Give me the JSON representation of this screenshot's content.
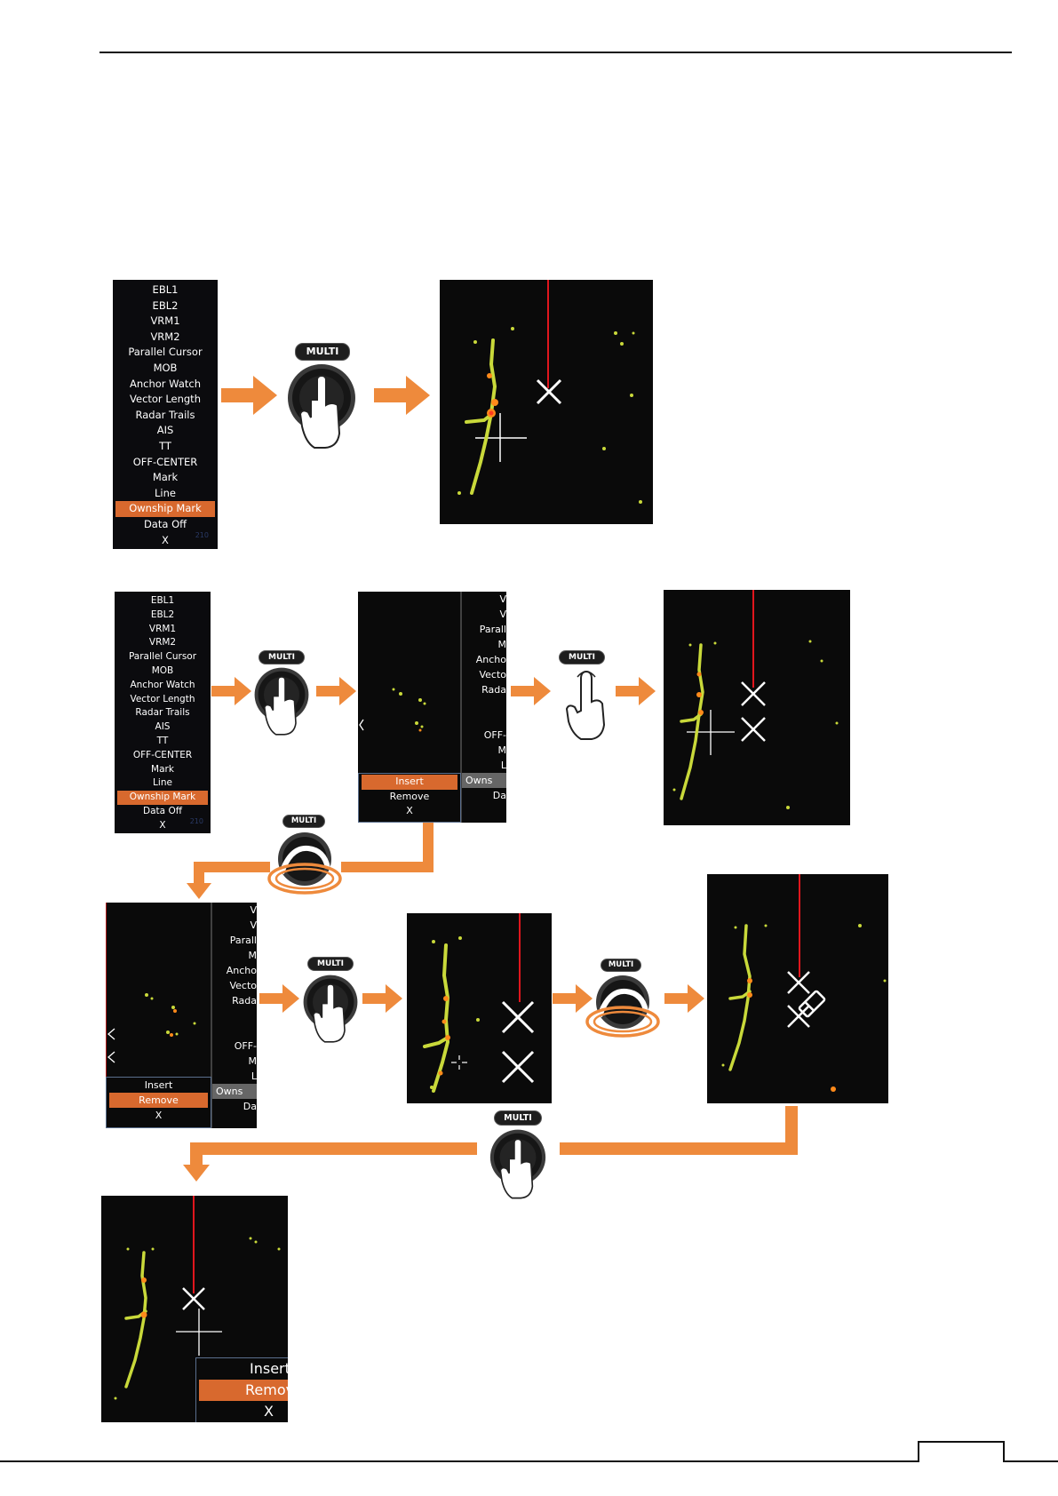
{
  "knob_label": "MULTI",
  "menu_items": [
    "EBL1",
    "EBL2",
    "VRM1",
    "VRM2",
    "Parallel Cursor",
    "MOB",
    "Anchor Watch",
    "Vector Length",
    "Radar Trails",
    "AIS",
    "TT",
    "OFF-CENTER",
    "Mark",
    "Line",
    "Ownship Mark",
    "Data Off",
    "X"
  ],
  "menu_selected": "Ownship Mark",
  "menu_corner_number": "210",
  "submenu": {
    "insert": "Insert",
    "remove": "Remove",
    "close": "X"
  },
  "clipped_right_menu": [
    "V",
    "V",
    "Parall",
    "M",
    "Ancho",
    "Vecto",
    "Rada",
    "",
    "",
    "OFF-",
    "M",
    "L",
    "Owns",
    "Da"
  ],
  "bottom_panel": {
    "insert": "Insert",
    "remove": "Remov",
    "close": "X"
  },
  "colors": {
    "accent": "#d8692e",
    "arrow": "#ee8a3c",
    "radar_bg": "#0a0a0a",
    "heading_line": "#e0161d"
  }
}
